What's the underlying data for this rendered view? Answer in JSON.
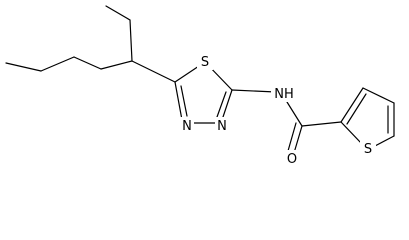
{
  "molecule": {
    "atoms": {
      "s_thiadiazole": "S",
      "n_amide": "NH",
      "n_ring_left": "N",
      "n_ring_right": "N",
      "o_carbonyl": "O",
      "s_thiophene": "S"
    },
    "colors": {
      "bond": "#000000",
      "label": "#000000",
      "background": "#ffffff"
    }
  }
}
